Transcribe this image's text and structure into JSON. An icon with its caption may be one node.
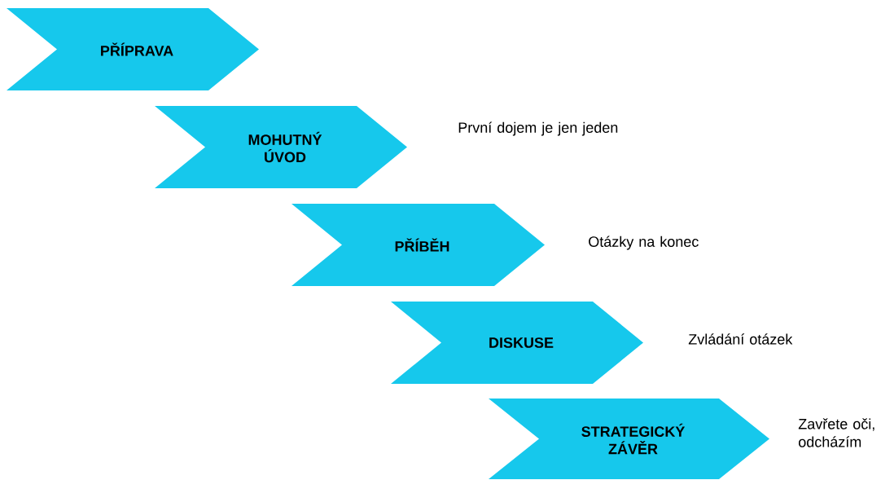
{
  "diagram": {
    "nodes": [
      {
        "text": [
          "PŘÍPRAVA"
        ]
      },
      {
        "text": [
          "MOHUTNÝ ÚVOD"
        ],
        "beside": [
          "První dojem je jen jeden"
        ]
      },
      {
        "text": [
          "PŘÍBĚH"
        ],
        "beside": [
          "Otázky na konec"
        ]
      },
      {
        "text": [
          "DISKUSE"
        ],
        "beside": [
          "Zvládání otázek"
        ]
      },
      {
        "text": [
          "STRATEGICKÝ ZÁVĚR"
        ],
        "beside": [
          "Zavřete oči, odcházím"
        ]
      }
    ]
  }
}
